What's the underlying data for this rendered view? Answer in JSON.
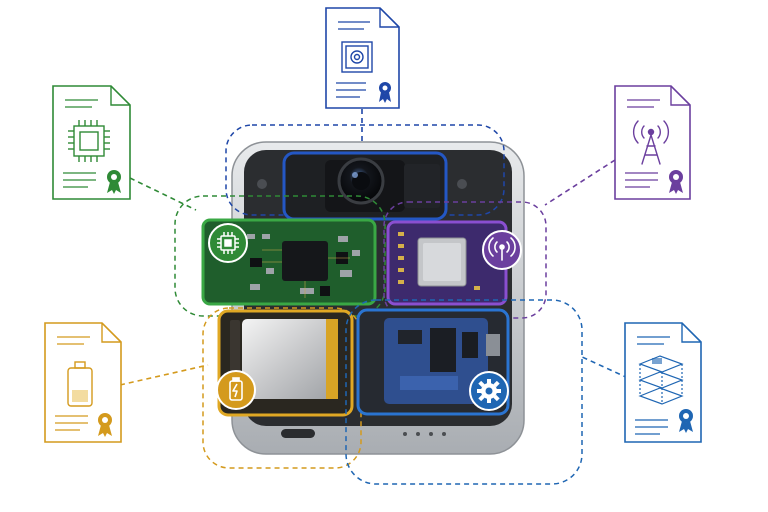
{
  "colors": {
    "background": "#ffffff",
    "camera": "#1f47a8",
    "processor": "#2f8a36",
    "wireless": "#6b3f9e",
    "battery": "#d49a1d",
    "mechanical": "#1f66b3",
    "enclosure": "#c9cccf",
    "enclosure_dark": "#2b2d30"
  },
  "modules": [
    {
      "id": "camera",
      "icon": "camera-lens-icon",
      "color_key": "camera"
    },
    {
      "id": "processor",
      "icon": "chip-icon",
      "color_key": "processor"
    },
    {
      "id": "wireless",
      "icon": "antenna-signal-icon",
      "color_key": "wireless"
    },
    {
      "id": "battery",
      "icon": "battery-icon",
      "color_key": "battery"
    },
    {
      "id": "mechanical",
      "icon": "gear-icon",
      "color_key": "mechanical"
    }
  ],
  "documents": [
    {
      "id": "camera",
      "icon": "camera-module-icon",
      "badge": "award-ribbon-icon"
    },
    {
      "id": "processor",
      "icon": "chip-icon",
      "badge": "award-ribbon-icon"
    },
    {
      "id": "wireless",
      "icon": "radio-tower-icon",
      "badge": "award-ribbon-icon"
    },
    {
      "id": "battery",
      "icon": "battery-icon",
      "badge": "award-ribbon-icon"
    },
    {
      "id": "mechanical",
      "icon": "exploded-assembly-icon",
      "badge": "award-ribbon-icon"
    }
  ]
}
